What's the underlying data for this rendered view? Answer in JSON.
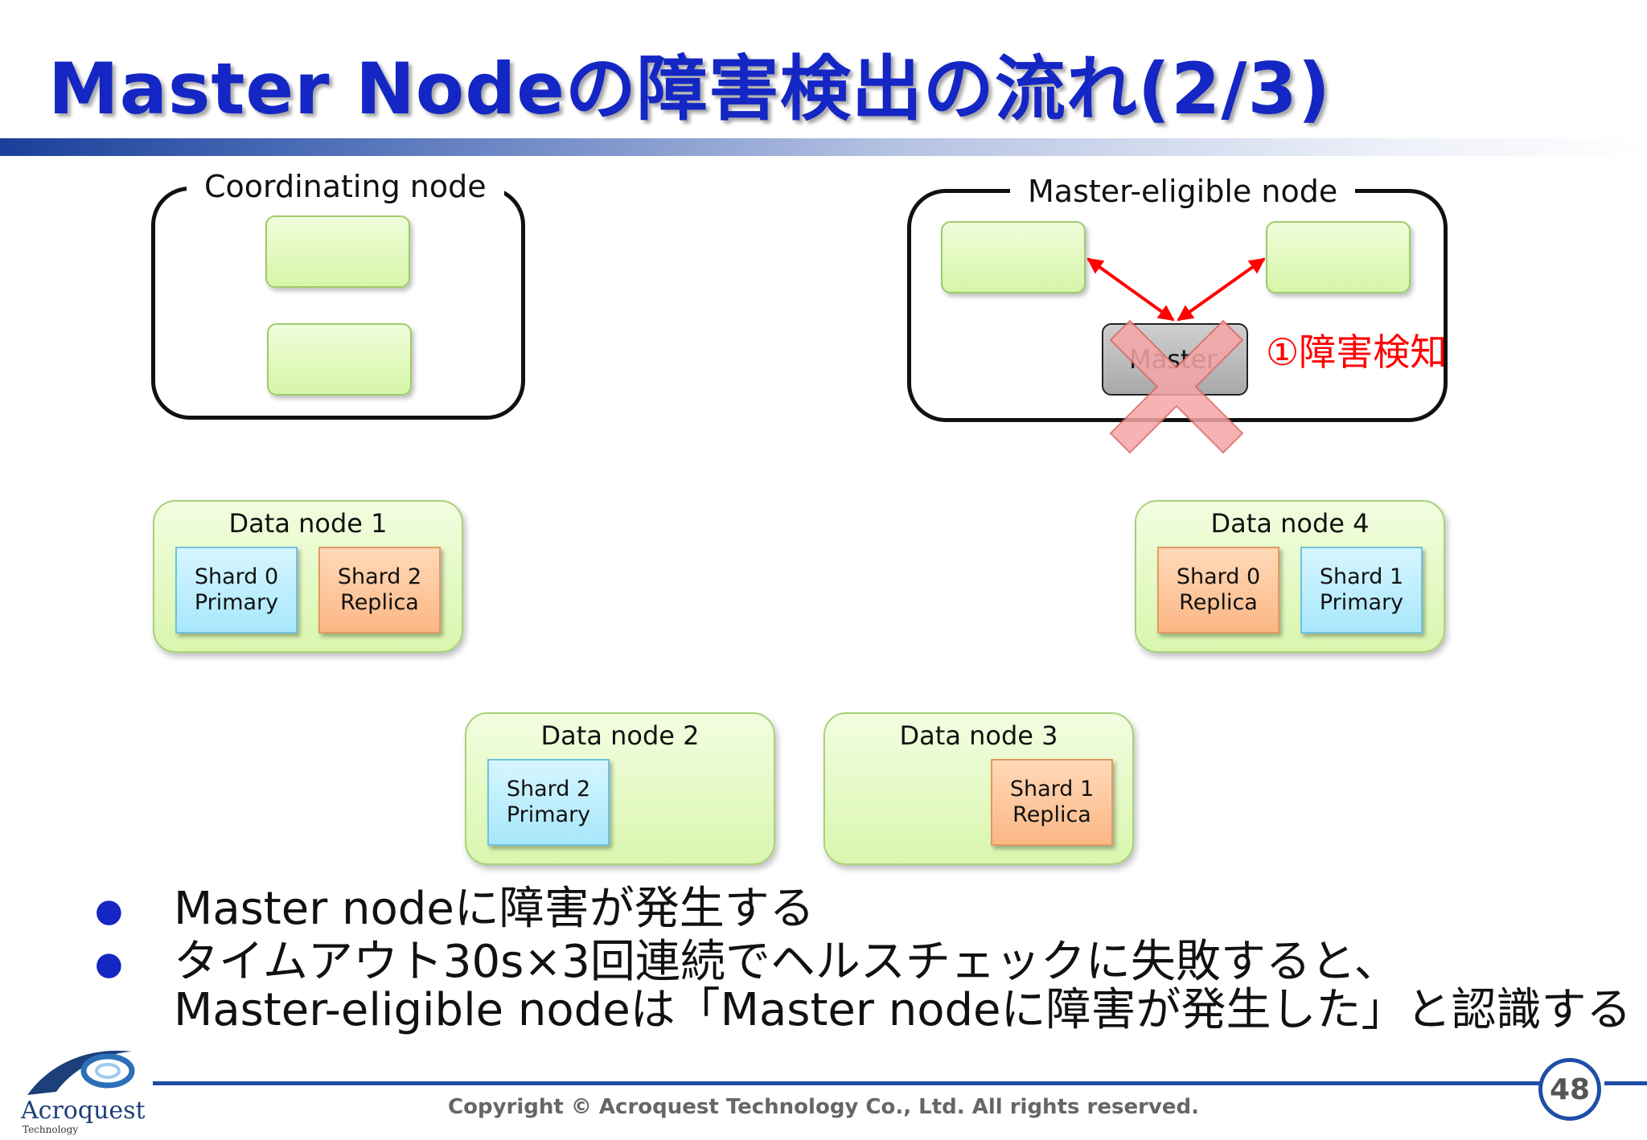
{
  "slide": {
    "title": "Master Nodeの障害検出の流れ(2/3)",
    "page_number": "48",
    "copyright": "Copyright © Acroquest Technology Co., Ltd. All rights reserved.",
    "logo_text": "Acroquest",
    "logo_sub": "Technology"
  },
  "diagram": {
    "coordinating_node": {
      "label": "Coordinating node"
    },
    "master_eligible_node": {
      "label": "Master-eligible node",
      "master_label": "Master"
    },
    "failure_annotation": "①障害検知",
    "data_nodes": [
      {
        "title": "Data node 1",
        "shards": [
          {
            "name": "Shard 0",
            "role": "Primary"
          },
          {
            "name": "Shard 2",
            "role": "Replica"
          }
        ]
      },
      {
        "title": "Data node 2",
        "shards": [
          {
            "name": "Shard 2",
            "role": "Primary"
          }
        ]
      },
      {
        "title": "Data node 3",
        "shards": [
          {
            "name": "Shard 1",
            "role": "Replica"
          }
        ]
      },
      {
        "title": "Data node 4",
        "shards": [
          {
            "name": "Shard 0",
            "role": "Replica"
          },
          {
            "name": "Shard 1",
            "role": "Primary"
          }
        ]
      }
    ],
    "colors": {
      "primary_shard": "#a8e7fb",
      "replica_shard": "#fbb785",
      "node": "#d9f6ae",
      "arrow": "#ff0000",
      "cross": "#f4a0a0",
      "title": "#1426c4"
    }
  },
  "bullets": [
    {
      "lines": [
        "Master nodeに障害が発生する"
      ]
    },
    {
      "lines": [
        "タイムアウト30s×3回連続でヘルスチェックに失敗すると、",
        "Master-eligible nodeは「Master nodeに障害が発生した」と認識する"
      ]
    }
  ]
}
